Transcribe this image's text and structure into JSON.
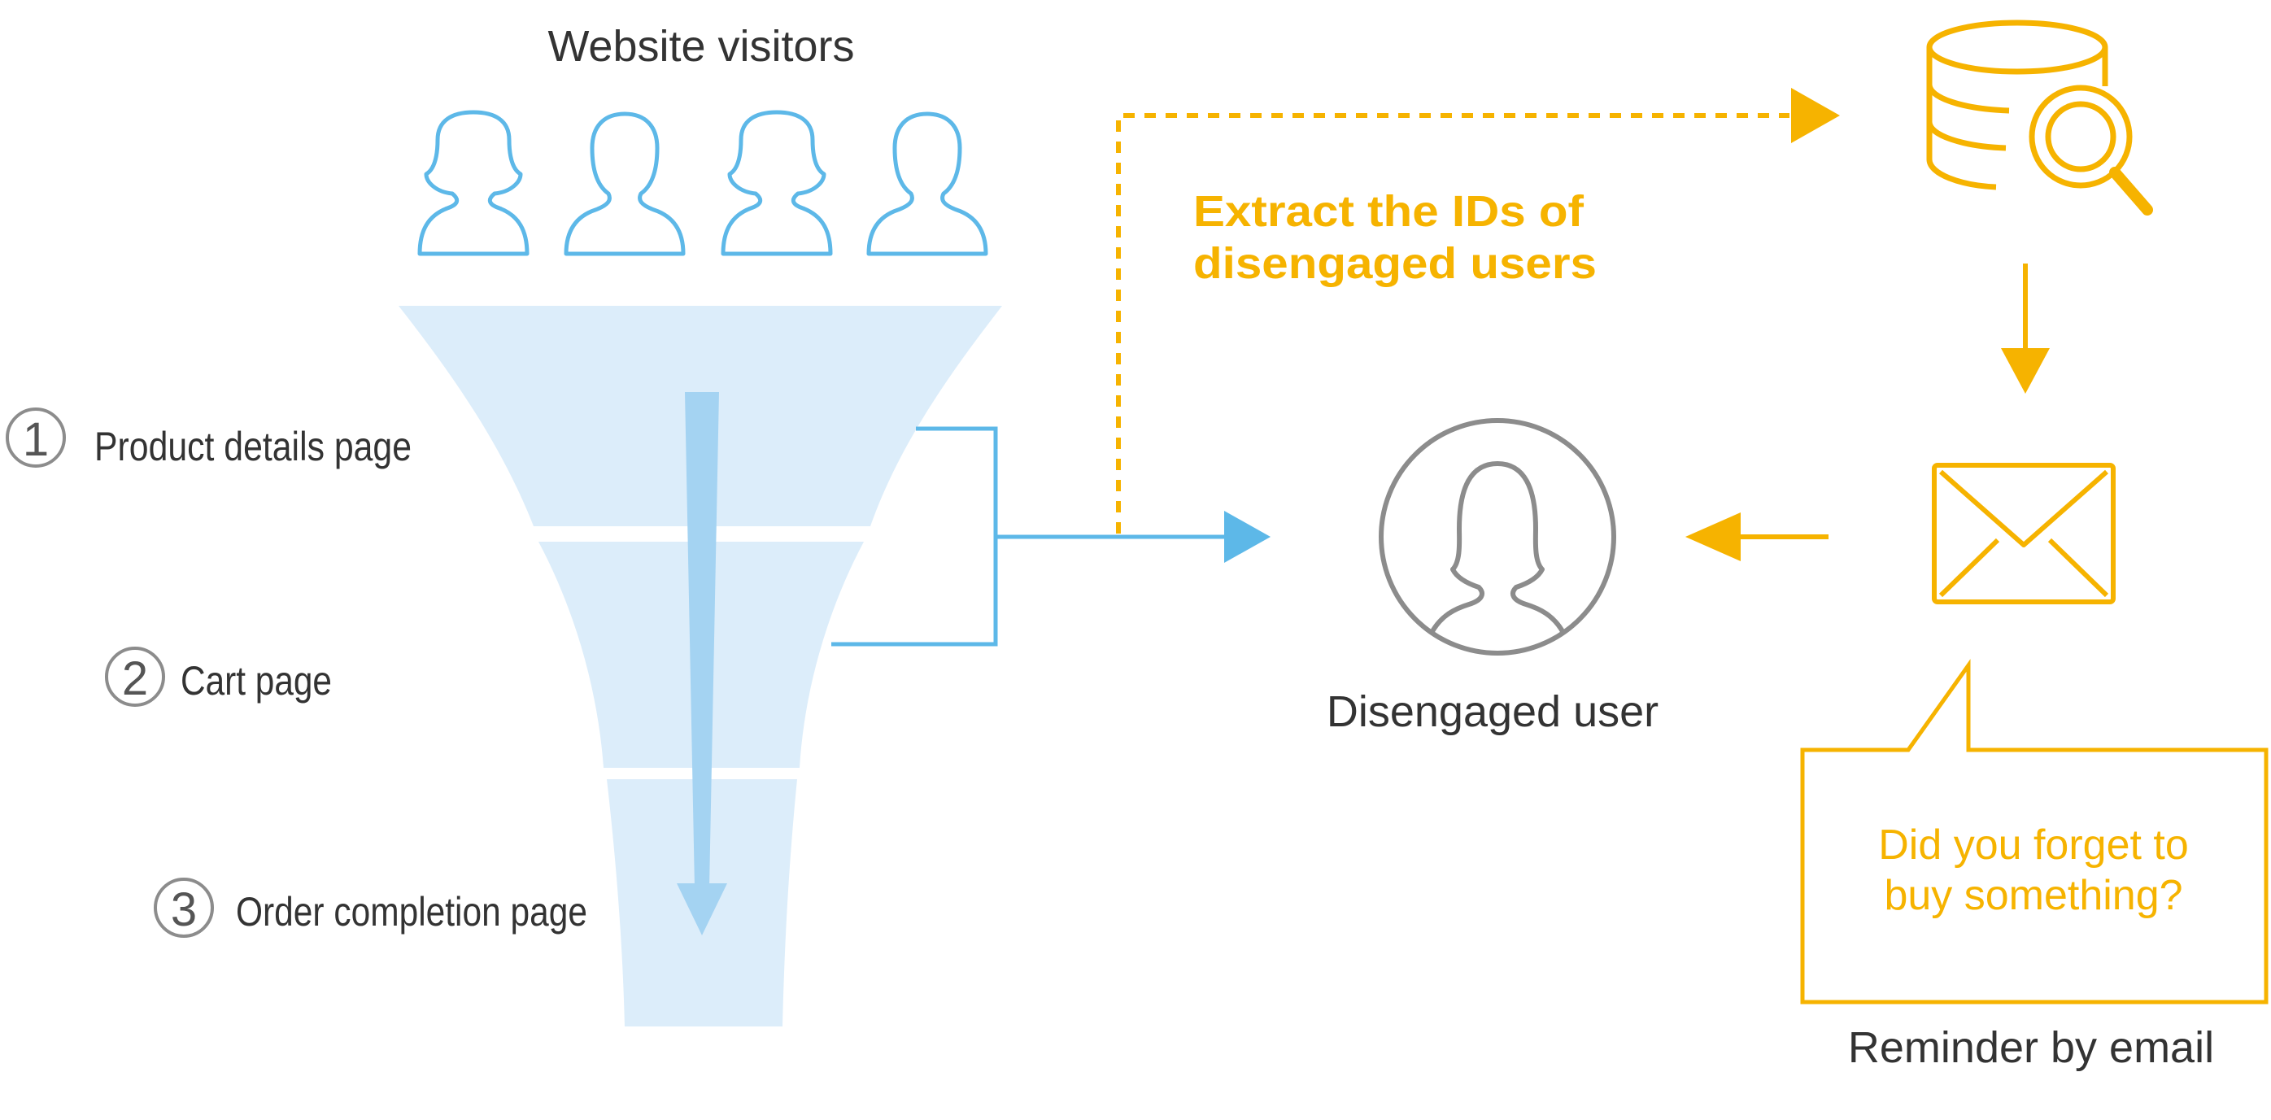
{
  "colors": {
    "blue_line": "#5db8e8",
    "blue_fill": "#dcedfa",
    "blue_arrow": "#a4d3f2",
    "orange": "#f6b300",
    "gray": "#8c8c8c",
    "text": "#333333"
  },
  "visitors": {
    "title": "Website visitors",
    "icons": [
      "female-user-icon",
      "male-user-icon",
      "female-user-icon",
      "male-user-icon"
    ]
  },
  "funnel": {
    "steps": [
      {
        "number": "1",
        "label": "Product details page"
      },
      {
        "number": "2",
        "label": "Cart page"
      },
      {
        "number": "3",
        "label": "Order completion page"
      }
    ]
  },
  "extract_label": {
    "line1": "Extract the IDs of",
    "line2": "disengaged users"
  },
  "disengaged": {
    "label": "Disengaged user",
    "icon": "user-circle-icon"
  },
  "database": {
    "icon": "database-search-icon"
  },
  "email": {
    "icon": "envelope-icon",
    "bubble_line1": "Did you forget to",
    "bubble_line2": "buy something?",
    "caption": "Reminder by email"
  }
}
